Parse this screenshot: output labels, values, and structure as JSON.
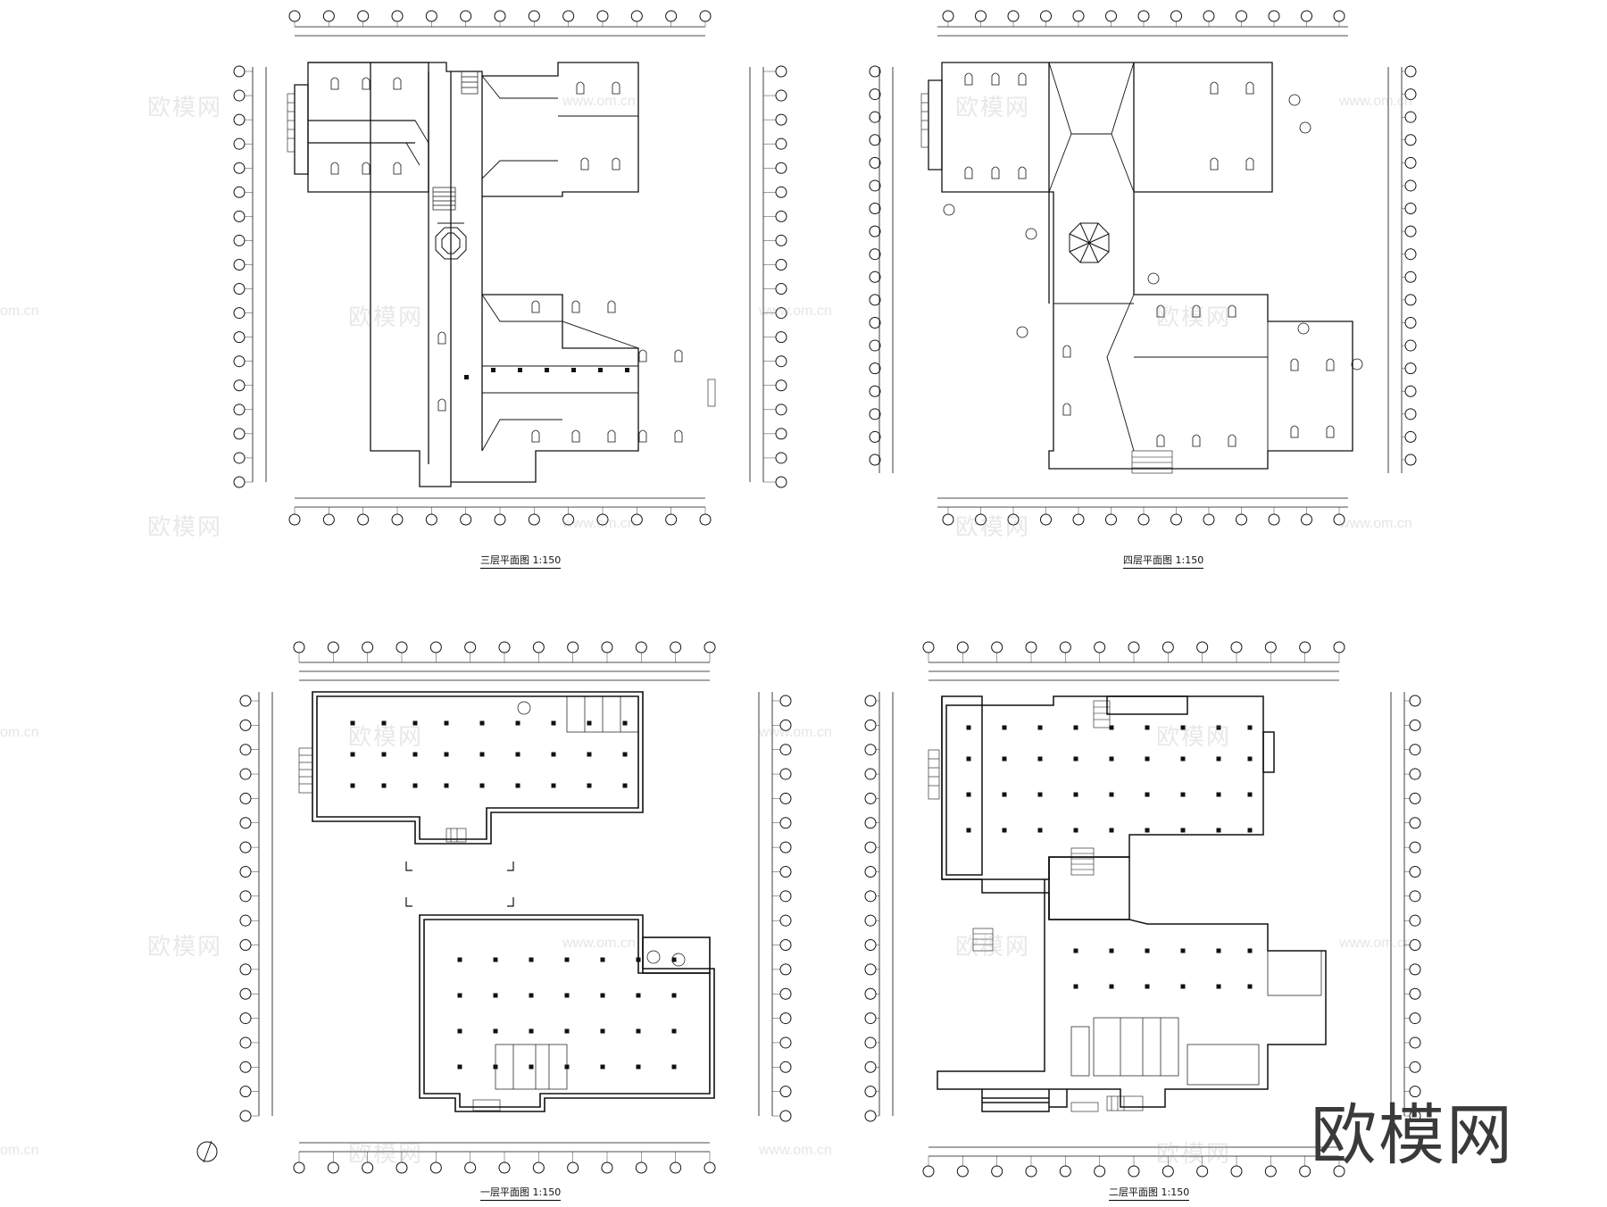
{
  "drawing": {
    "plans": [
      {
        "id": "third-floor-plan",
        "title": "三层平面图  1:150"
      },
      {
        "id": "fourth-floor-plan",
        "title": "四层平面图  1:150"
      },
      {
        "id": "first-floor-plan",
        "title": "一层平面图  1:150"
      },
      {
        "id": "second-floor-plan",
        "title": "二层平面图  1:150"
      }
    ],
    "watermark_text": "欧模网",
    "watermark_url": "www.om.cn",
    "watermark_url_short": "om.cn",
    "brand_logo": "欧模网"
  },
  "colors": {
    "line": "#111111",
    "paper": "#ffffff",
    "watermark": "#9a9a9a",
    "logo": "#3a3a3a"
  }
}
